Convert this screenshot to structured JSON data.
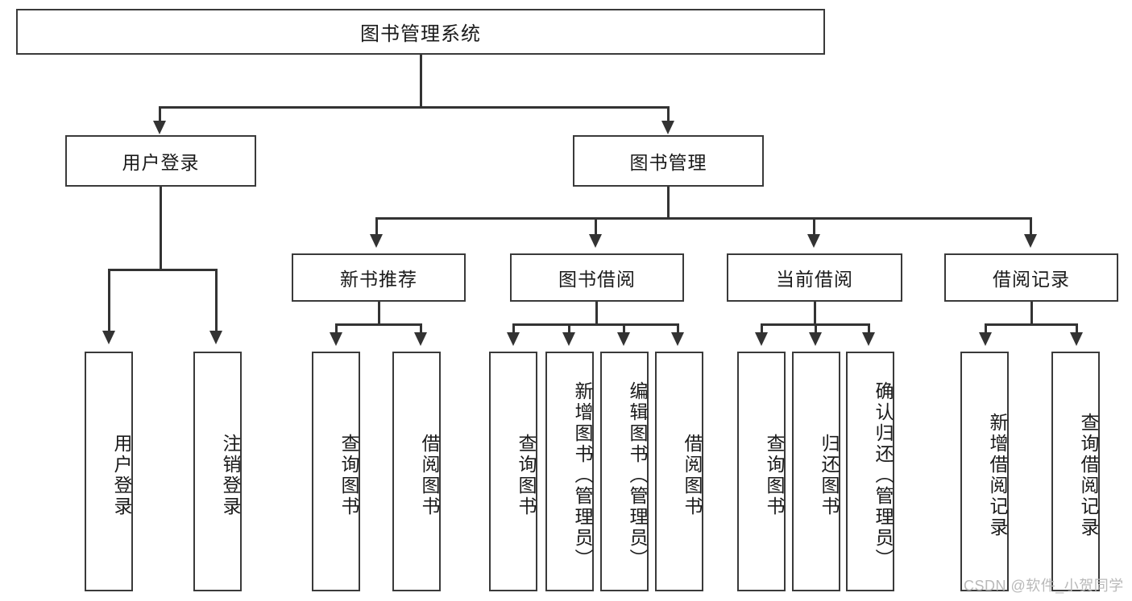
{
  "diagram": {
    "type": "tree-hierarchy",
    "title": "图书管理系统",
    "root": {
      "label": "图书管理系统"
    },
    "level2": [
      {
        "id": "user-login",
        "label": "用户登录"
      },
      {
        "id": "book-management",
        "label": "图书管理"
      }
    ],
    "level3": [
      {
        "id": "new-book-recommend",
        "label": "新书推荐",
        "parent": "book-management"
      },
      {
        "id": "book-borrow",
        "label": "图书借阅",
        "parent": "book-management"
      },
      {
        "id": "current-borrow",
        "label": "当前借阅",
        "parent": "book-management"
      },
      {
        "id": "borrow-record",
        "label": "借阅记录",
        "parent": "book-management"
      }
    ],
    "leaves": [
      {
        "id": "leaf-user-login",
        "label": "用户登录",
        "parent": "user-login"
      },
      {
        "id": "leaf-logout-login",
        "label": "注销登录",
        "parent": "user-login"
      },
      {
        "id": "leaf-query-book-1",
        "label": "查询图书",
        "parent": "new-book-recommend"
      },
      {
        "id": "leaf-borrow-book-1",
        "label": "借阅图书",
        "parent": "new-book-recommend"
      },
      {
        "id": "leaf-query-book-2",
        "label": "查询图书",
        "parent": "book-borrow"
      },
      {
        "id": "leaf-add-book",
        "label": "新增图书（管理员）",
        "parent": "book-borrow"
      },
      {
        "id": "leaf-edit-book",
        "label": "编辑图书（管理员）",
        "parent": "book-borrow"
      },
      {
        "id": "leaf-borrow-book-2",
        "label": "借阅图书",
        "parent": "book-borrow"
      },
      {
        "id": "leaf-query-book-3",
        "label": "查询图书",
        "parent": "current-borrow"
      },
      {
        "id": "leaf-return-book",
        "label": "归还图书",
        "parent": "current-borrow"
      },
      {
        "id": "leaf-confirm-return",
        "label": "确认归还（管理员）",
        "parent": "current-borrow"
      },
      {
        "id": "leaf-add-record",
        "label": "新增借阅记录",
        "parent": "borrow-record"
      },
      {
        "id": "leaf-query-record",
        "label": "查询借阅记录",
        "parent": "borrow-record"
      }
    ],
    "colors": {
      "box_border": "#3a3a3a",
      "connector": "#333333",
      "background": "#ffffff",
      "text": "#1a1a1a",
      "watermark": "#b9b9b9"
    }
  },
  "watermark": {
    "text": "CSDN @软件_小贺同学"
  }
}
